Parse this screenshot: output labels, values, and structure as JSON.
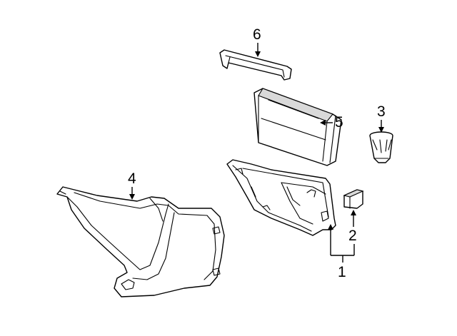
{
  "diagram": {
    "callouts": [
      {
        "id": "1",
        "label": "1"
      },
      {
        "id": "2",
        "label": "2"
      },
      {
        "id": "3",
        "label": "3"
      },
      {
        "id": "4",
        "label": "4"
      },
      {
        "id": "5",
        "label": "5"
      },
      {
        "id": "6",
        "label": "6"
      }
    ],
    "colors": {
      "line": "#000000",
      "background": "#ffffff",
      "shade": "#d9d9d9"
    }
  }
}
